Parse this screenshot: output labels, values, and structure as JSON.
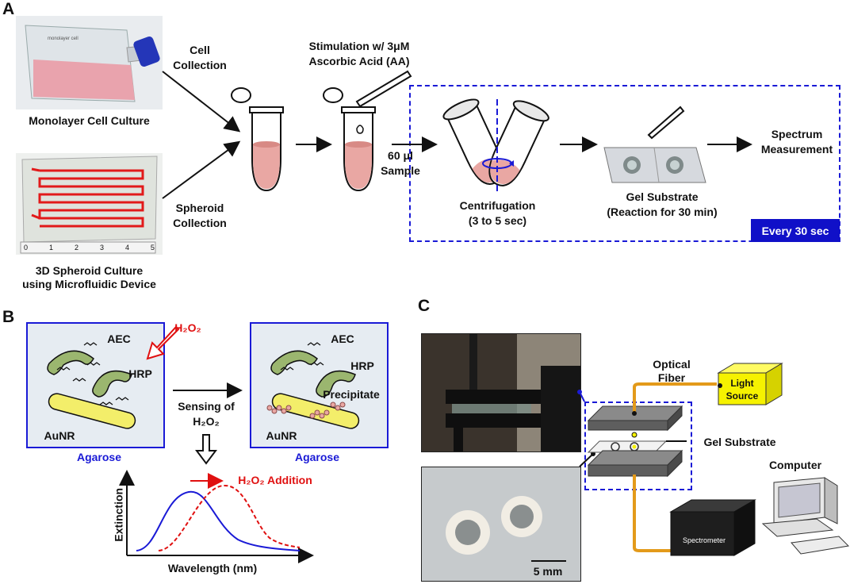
{
  "panel_a": {
    "letter": "A",
    "flask_caption": "Monolayer Cell Culture",
    "device_caption_1": "3D Spheroid Culture",
    "device_caption_2": "using Microfluidic Device",
    "cell_collection_1": "Cell",
    "cell_collection_2": "Collection",
    "spheroid_collection_1": "Spheroid",
    "spheroid_collection_2": "Collection",
    "stimulation_1": "Stimulation w/ 3μM",
    "stimulation_2": "Ascorbic Acid (AA)",
    "sample_1": "60 μl",
    "sample_2": "Sample",
    "centrifugation_1": "Centrifugation",
    "centrifugation_2": "(3 to 5 sec)",
    "gel_1": "Gel Substrate",
    "gel_2": "(Reaction for 30 min)",
    "spectrum_1": "Spectrum",
    "spectrum_2": "Measurement",
    "every": "Every 30 sec",
    "ruler_ticks": [
      "0",
      "1",
      "2",
      "3",
      "4",
      "5"
    ]
  },
  "panel_b": {
    "letter": "B",
    "h2o2": "H₂O₂",
    "aec": "AEC",
    "hrp": "HRP",
    "aunr": "AuNR",
    "agarose": "Agarose",
    "sensing_1": "Sensing of",
    "sensing_2": "H₂O₂",
    "precipitate": "Precipitate",
    "addition": "H₂O₂ Addition",
    "xlabel": "Wavelength (nm)",
    "ylabel": "Extinction"
  },
  "panel_c": {
    "letter": "C",
    "optical_fiber_1": "Optical",
    "optical_fiber_2": "Fiber",
    "light_source_1": "Light",
    "light_source_2": "Source",
    "gel_substrate": "Gel Substrate",
    "computer": "Computer",
    "spectrometer": "Spectrometer",
    "scale": "5 mm"
  },
  "colors": {
    "blue": "#1a1ad6",
    "red": "#e01010",
    "pink": "#e9a7a3",
    "enzyme_green": "#9bb66f",
    "rod_yellow": "#f3ee6a",
    "light_yellow": "#f6f200",
    "fiber_orange": "#e39a1a"
  }
}
